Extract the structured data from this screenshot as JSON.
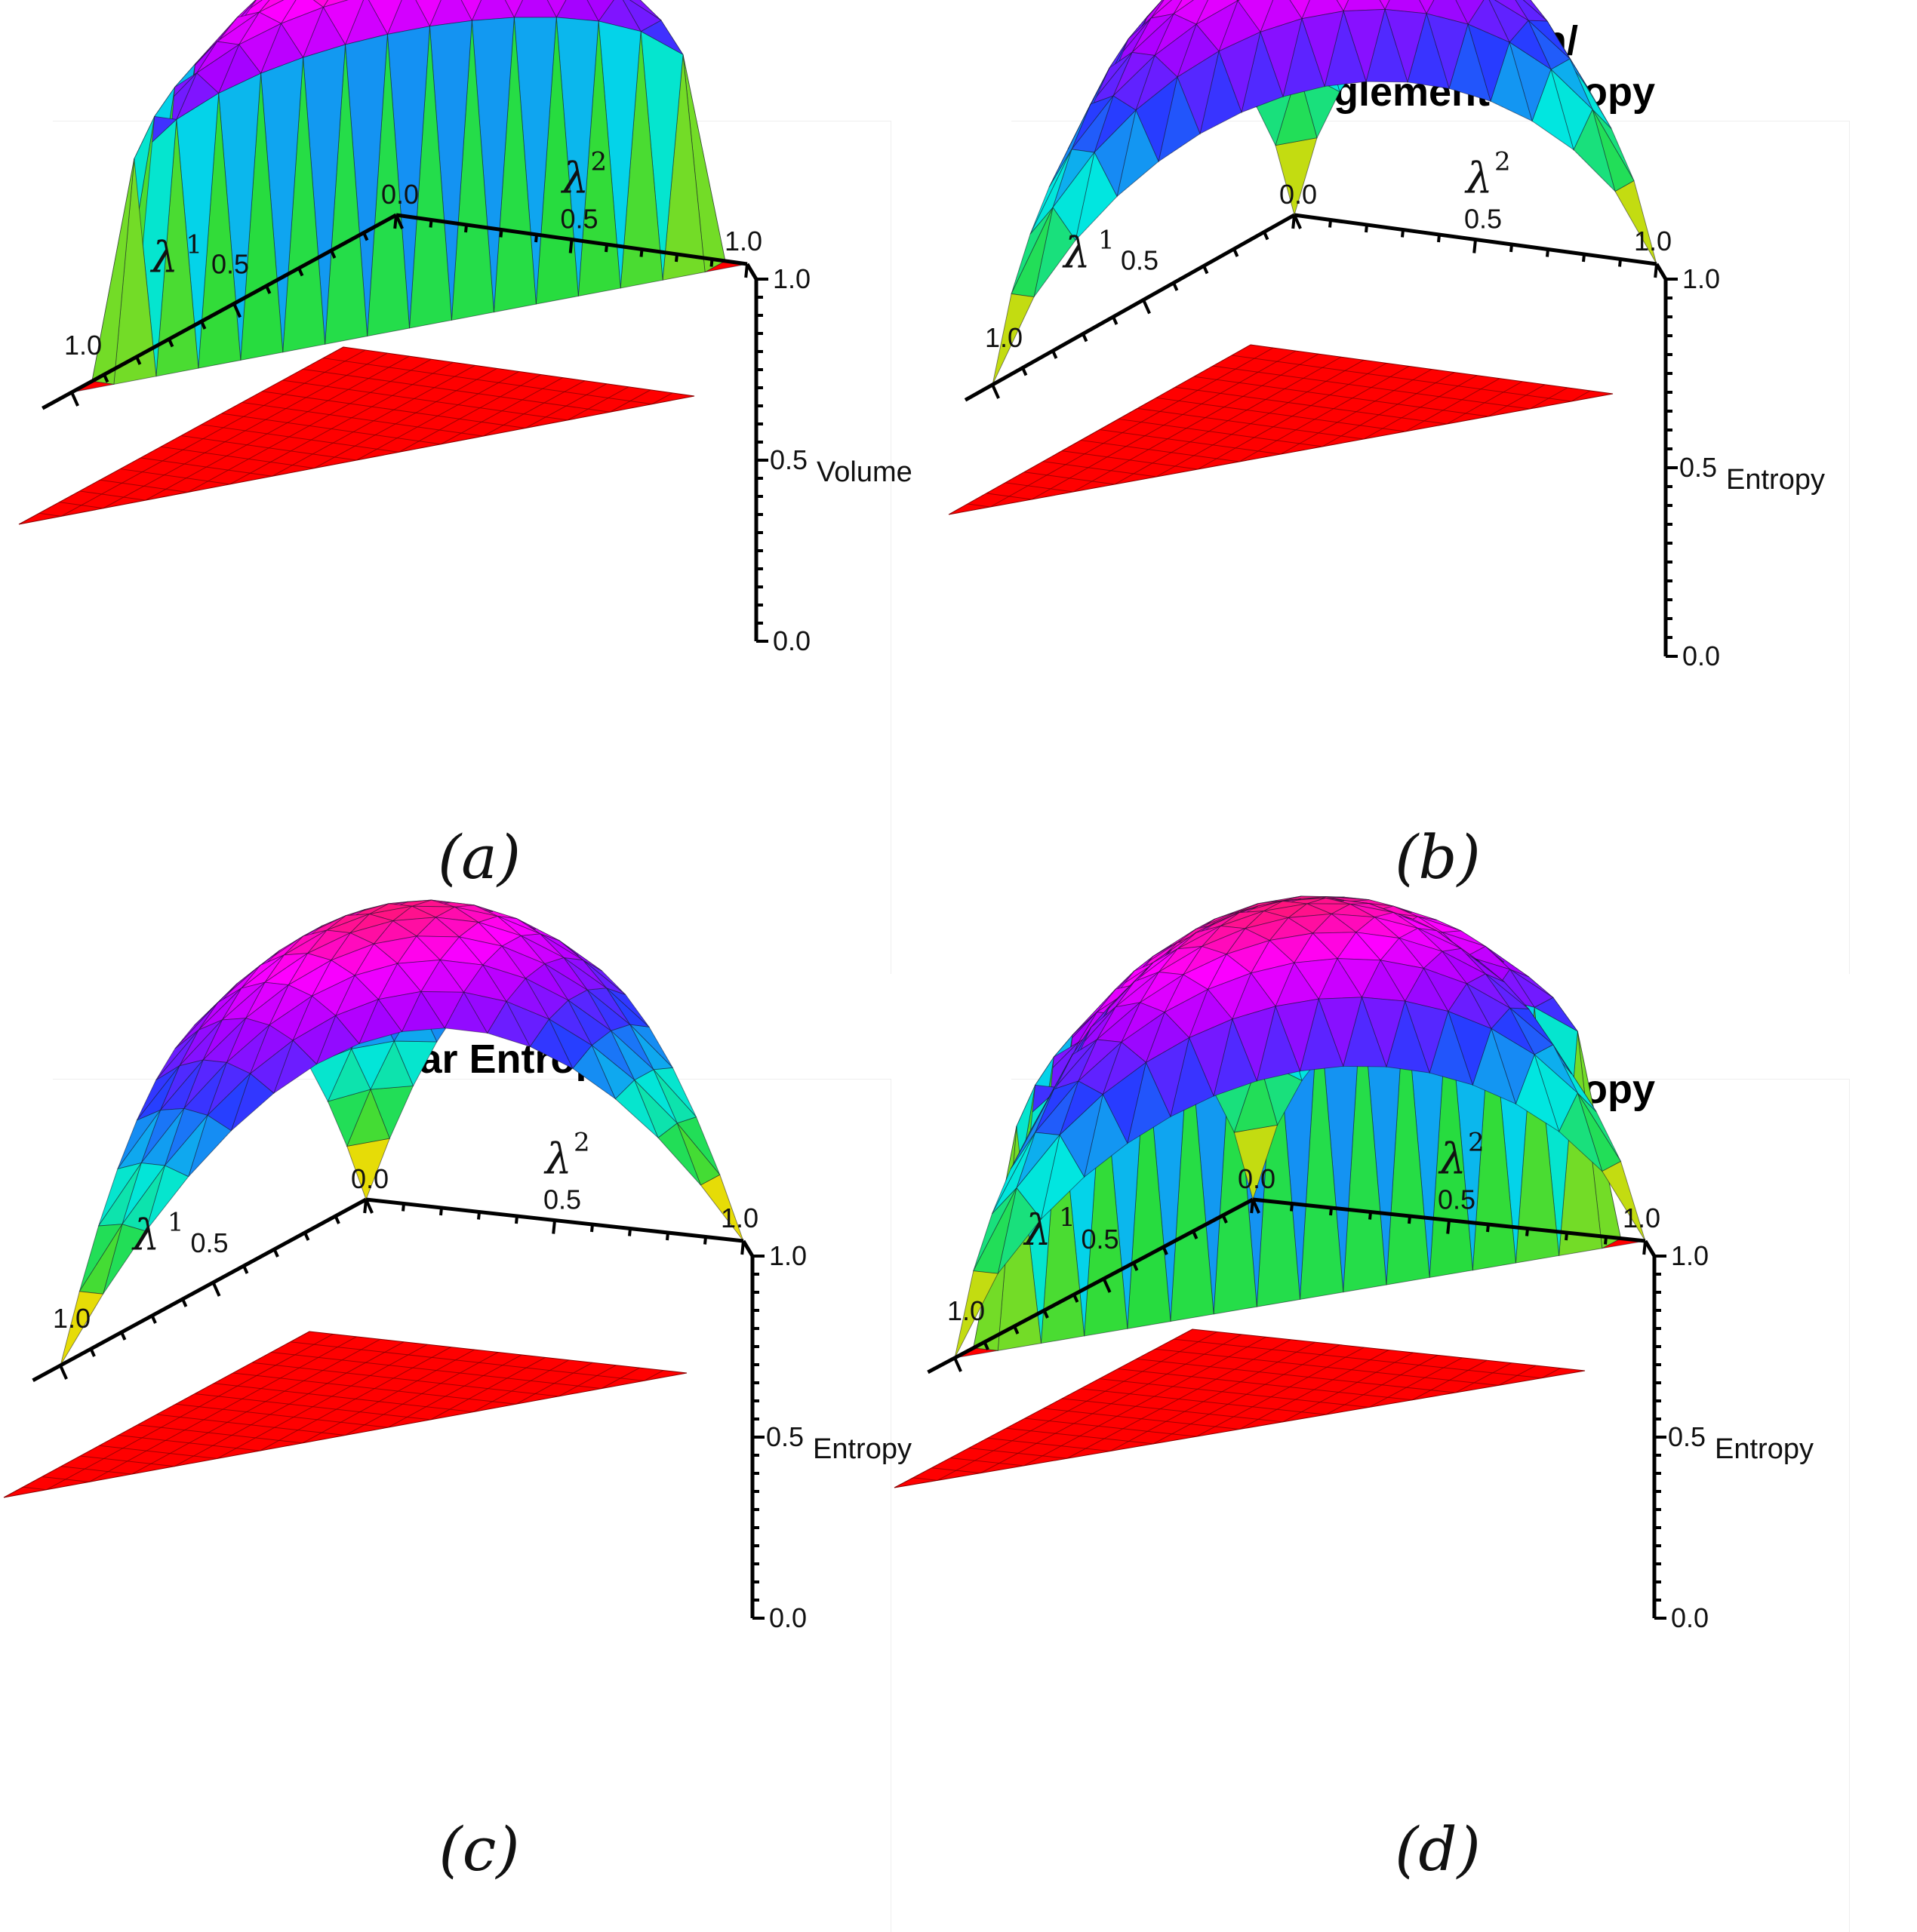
{
  "panels": [
    {
      "title_lines": [
        "Volume"
      ],
      "caption": "(a)",
      "x_axis": {
        "name": "λ",
        "sup": "1",
        "ticks": [
          "1.0",
          "0.5",
          "0.0"
        ]
      },
      "y_axis": {
        "name": "λ",
        "sup": "2",
        "ticks": [
          "0.5",
          "1.0"
        ]
      },
      "z_axis": {
        "ticks": [
          "1.0",
          "0.5",
          "0.0"
        ],
        "label": "Volume"
      }
    },
    {
      "title_lines": [
        "von Neumann/",
        "Entanglement Entropy"
      ],
      "caption": "(b)",
      "x_axis": {
        "name": "λ",
        "sup": "1",
        "ticks": [
          "1.0",
          "0.5",
          "0.0"
        ]
      },
      "y_axis": {
        "name": "λ",
        "sup": "2",
        "ticks": [
          "0.5",
          "1.0"
        ]
      },
      "z_axis": {
        "ticks": [
          "1.0",
          "0.5",
          "0.0"
        ],
        "label": "Entropy"
      }
    },
    {
      "title_lines": [
        "Linear Entropy"
      ],
      "caption": "(c)",
      "x_axis": {
        "name": "λ",
        "sup": "1",
        "ticks": [
          "1.0",
          "0.5",
          "0.0"
        ]
      },
      "y_axis": {
        "name": "λ",
        "sup": "2",
        "ticks": [
          "0.5",
          "1.0"
        ]
      },
      "z_axis": {
        "ticks": [
          "1.0",
          "0.5",
          "0.0"
        ],
        "label": "Entropy"
      }
    },
    {
      "title_lines": [
        "Volume and",
        "von Neumann Entropy"
      ],
      "caption": "(d)",
      "x_axis": {
        "name": "λ",
        "sup": "1",
        "ticks": [
          "1.0",
          "0.5",
          "0.0"
        ]
      },
      "y_axis": {
        "name": "λ",
        "sup": "2",
        "ticks": [
          "0.5",
          "1.0"
        ]
      },
      "z_axis": {
        "ticks": [
          "1.0",
          "0.5",
          "0.0"
        ],
        "label": "Entropy"
      }
    }
  ],
  "chart_data": [
    {
      "type": "surface3d",
      "title": "Volume",
      "domain": "simplex λ1 ≥ 0, λ2 ≥ 0, λ1 + λ2 ≤ 1",
      "xlabel": "λ1",
      "ylabel": "λ2",
      "zlabel": "Volume",
      "xlim": [
        0,
        1
      ],
      "ylim": [
        0,
        1
      ],
      "zlim": [
        0,
        1
      ],
      "surfaces": [
        {
          "function": "volume",
          "peak": 1.0,
          "colormap": "rainbow"
        }
      ],
      "base": {
        "color": "#ff0000",
        "z": 0
      }
    },
    {
      "type": "surface3d",
      "title": "von Neumann/ Entanglement Entropy",
      "domain": "simplex λ1 ≥ 0, λ2 ≥ 0, λ1 + λ2 ≤ 1",
      "xlabel": "λ1",
      "ylabel": "λ2",
      "zlabel": "Entropy",
      "xlim": [
        0,
        1
      ],
      "ylim": [
        0,
        1
      ],
      "zlim": [
        0,
        1
      ],
      "surfaces": [
        {
          "function": "von_neumann_entropy",
          "peak": 1.0,
          "colormap": "rainbow"
        }
      ],
      "base": {
        "color": "#ff0000",
        "z": 0
      }
    },
    {
      "type": "surface3d",
      "title": "Linear Entropy",
      "domain": "simplex λ1 ≥ 0, λ2 ≥ 0, λ1 + λ2 ≤ 1",
      "xlabel": "λ1",
      "ylabel": "λ2",
      "zlabel": "Entropy",
      "xlim": [
        0,
        1
      ],
      "ylim": [
        0,
        1
      ],
      "zlim": [
        0,
        1
      ],
      "surfaces": [
        {
          "function": "linear_entropy",
          "peak": 1.0,
          "colormap": "rainbow"
        }
      ],
      "base": {
        "color": "#ff0000",
        "z": 0
      }
    },
    {
      "type": "surface3d",
      "title": "Volume and von Neumann Entropy",
      "domain": "simplex λ1 ≥ 0, λ2 ≥ 0, λ1 + λ2 ≤ 1",
      "xlabel": "λ1",
      "ylabel": "λ2",
      "zlabel": "Entropy",
      "xlim": [
        0,
        1
      ],
      "ylim": [
        0,
        1
      ],
      "zlim": [
        0,
        1
      ],
      "surfaces": [
        {
          "function": "volume",
          "peak": 1.0,
          "colormap": "rainbow"
        },
        {
          "function": "von_neumann_entropy",
          "peak": 1.0,
          "colormap": "rainbow"
        }
      ],
      "base": {
        "color": "#ff0000",
        "z": 0
      }
    }
  ]
}
